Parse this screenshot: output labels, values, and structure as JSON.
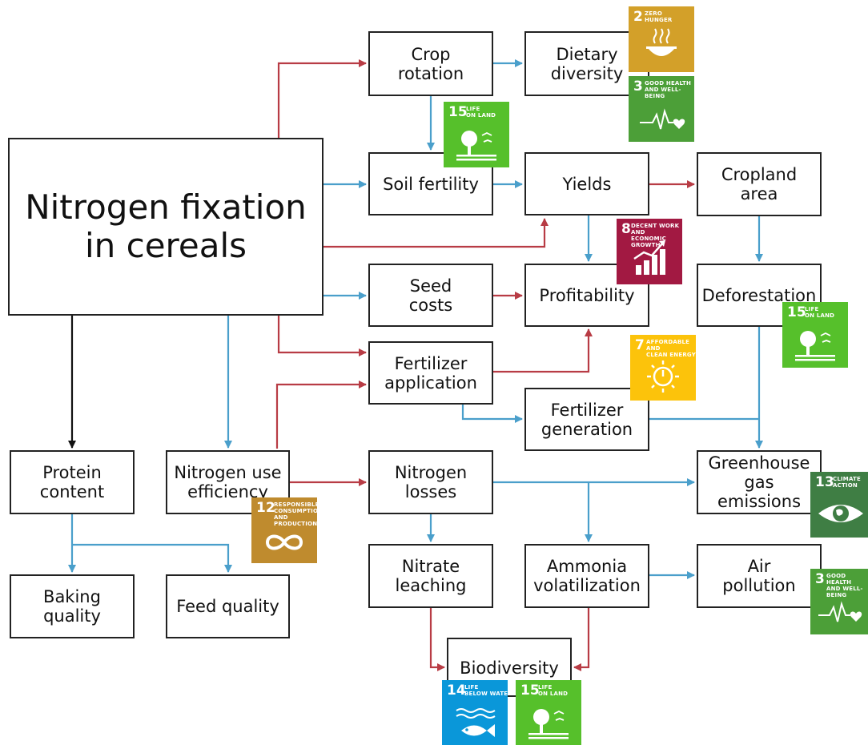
{
  "diagram": {
    "nodes": {
      "nitrogen_fixation": "Nitrogen fixation\nin cereals",
      "crop_rotation": "Crop\nrotation",
      "dietary_diversity": "Dietary\ndiversity",
      "soil_fertility": "Soil fertility",
      "yields": "Yields",
      "cropland_area": "Cropland\narea",
      "seed_costs": "Seed\ncosts",
      "profitability": "Profitability",
      "deforestation": "Deforestation",
      "fertilizer_application": "Fertilizer\napplication",
      "fertilizer_generation": "Fertilizer\ngeneration",
      "protein_content": "Protein\ncontent",
      "nitrogen_use_efficiency": "Nitrogen use\nefficiency",
      "nitrogen_losses": "Nitrogen\nlosses",
      "greenhouse_gas_emissions": "Greenhouse\ngas\nemissions",
      "baking_quality": "Baking\nquality",
      "feed_quality": "Feed quality",
      "nitrate_leaching": "Nitrate\nleaching",
      "ammonia_volatilization": "Ammonia\nvolatilization",
      "air_pollution": "Air\npollution",
      "biodiversity": "Biodiversity"
    },
    "edge_colors": {
      "red": "#b83c45",
      "blue": "#4a9fcb",
      "black": "#111111"
    },
    "edges": [
      {
        "from": "nitrogen_fixation",
        "to": "crop_rotation",
        "color": "red"
      },
      {
        "from": "nitrogen_fixation",
        "to": "soil_fertility",
        "color": "blue"
      },
      {
        "from": "nitrogen_fixation",
        "to": "yields",
        "color": "red"
      },
      {
        "from": "nitrogen_fixation",
        "to": "seed_costs",
        "color": "blue"
      },
      {
        "from": "nitrogen_fixation",
        "to": "fertilizer_application",
        "color": "red"
      },
      {
        "from": "nitrogen_fixation",
        "to": "nitrogen_use_efficiency",
        "color": "blue"
      },
      {
        "from": "nitrogen_fixation",
        "to": "protein_content",
        "color": "black"
      },
      {
        "from": "crop_rotation",
        "to": "dietary_diversity",
        "color": "blue"
      },
      {
        "from": "crop_rotation",
        "to": "soil_fertility",
        "color": "blue"
      },
      {
        "from": "soil_fertility",
        "to": "yields",
        "color": "blue"
      },
      {
        "from": "yields",
        "to": "cropland_area",
        "color": "red"
      },
      {
        "from": "yields",
        "to": "profitability",
        "color": "blue"
      },
      {
        "from": "seed_costs",
        "to": "profitability",
        "color": "red"
      },
      {
        "from": "cropland_area",
        "to": "deforestation",
        "color": "blue"
      },
      {
        "from": "deforestation",
        "to": "greenhouse_gas_emissions",
        "color": "blue"
      },
      {
        "from": "fertilizer_application",
        "to": "profitability",
        "color": "red"
      },
      {
        "from": "fertilizer_application",
        "to": "fertilizer_generation",
        "color": "blue"
      },
      {
        "from": "fertilizer_generation",
        "to": "greenhouse_gas_emissions",
        "color": "blue"
      },
      {
        "from": "nitrogen_use_efficiency",
        "to": "fertilizer_application",
        "color": "red"
      },
      {
        "from": "nitrogen_use_efficiency",
        "to": "nitrogen_losses",
        "color": "red"
      },
      {
        "from": "nitrogen_losses",
        "to": "greenhouse_gas_emissions",
        "color": "blue"
      },
      {
        "from": "nitrogen_losses",
        "to": "nitrate_leaching",
        "color": "blue"
      },
      {
        "from": "nitrogen_losses",
        "to": "ammonia_volatilization",
        "color": "blue"
      },
      {
        "from": "protein_content",
        "to": "baking_quality",
        "color": "blue"
      },
      {
        "from": "protein_content",
        "to": "feed_quality",
        "color": "blue"
      },
      {
        "from": "ammonia_volatilization",
        "to": "air_pollution",
        "color": "blue"
      },
      {
        "from": "nitrate_leaching",
        "to": "biodiversity",
        "color": "red"
      },
      {
        "from": "ammonia_volatilization",
        "to": "biodiversity",
        "color": "red"
      }
    ],
    "sdg_icons": [
      {
        "id": "sdg2",
        "number": "2",
        "title": "ZERO\nHUNGER",
        "color": "#d3a029",
        "icon": "bowl-icon"
      },
      {
        "id": "sdg3a",
        "number": "3",
        "title": "GOOD HEALTH\nAND WELL-BEING",
        "color": "#4c9f38",
        "icon": "heartbeat-icon"
      },
      {
        "id": "sdg15a",
        "number": "15",
        "title": "LIFE\nON LAND",
        "color": "#56c02b",
        "icon": "tree-icon"
      },
      {
        "id": "sdg8",
        "number": "8",
        "title": "DECENT WORK AND\nECONOMIC GROWTH",
        "color": "#a21942",
        "icon": "growth-chart-icon"
      },
      {
        "id": "sdg15b",
        "number": "15",
        "title": "LIFE\nON LAND",
        "color": "#56c02b",
        "icon": "tree-icon"
      },
      {
        "id": "sdg7",
        "number": "7",
        "title": "AFFORDABLE AND\nCLEAN ENERGY",
        "color": "#fcc30b",
        "icon": "sun-power-icon"
      },
      {
        "id": "sdg12",
        "number": "12",
        "title": "RESPONSIBLE\nCONSUMPTION\nAND PRODUCTION",
        "color": "#bf8b2e",
        "icon": "infinity-icon"
      },
      {
        "id": "sdg13",
        "number": "13",
        "title": "CLIMATE\nACTION",
        "color": "#3f7e44",
        "icon": "eye-globe-icon"
      },
      {
        "id": "sdg3b",
        "number": "3",
        "title": "GOOD HEALTH\nAND WELL-BEING",
        "color": "#4c9f38",
        "icon": "heartbeat-icon"
      },
      {
        "id": "sdg14",
        "number": "14",
        "title": "LIFE\nBELOW WATER",
        "color": "#0a97d9",
        "icon": "fish-icon"
      },
      {
        "id": "sdg15c",
        "number": "15",
        "title": "LIFE\nON LAND",
        "color": "#56c02b",
        "icon": "tree-icon"
      }
    ]
  }
}
